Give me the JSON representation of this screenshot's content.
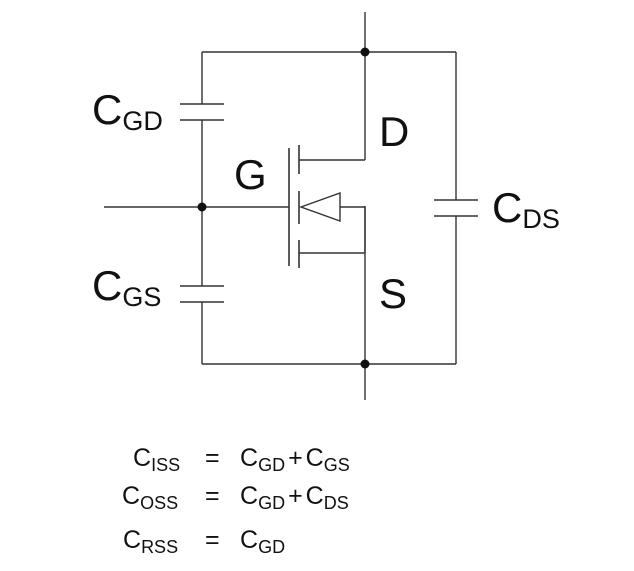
{
  "terminals": {
    "drain": "D",
    "gate": "G",
    "source": "S"
  },
  "capacitors": {
    "cgd": {
      "main": "C",
      "sub": "GD"
    },
    "cgs": {
      "main": "C",
      "sub": "GS"
    },
    "cds": {
      "main": "C",
      "sub": "DS"
    }
  },
  "equations": [
    {
      "lhs_main": "C",
      "lhs_sub": "ISS",
      "eq": "=",
      "t1_main": "C",
      "t1_sub": "GD",
      "plus": "+",
      "t2_main": "C",
      "t2_sub": "GS"
    },
    {
      "lhs_main": "C",
      "lhs_sub": "OSS",
      "eq": "=",
      "t1_main": "C",
      "t1_sub": "GD",
      "plus": "+",
      "t2_main": "C",
      "t2_sub": "DS"
    },
    {
      "lhs_main": "C",
      "lhs_sub": "RSS",
      "eq": "=",
      "t1_main": "C",
      "t1_sub": "GD"
    }
  ],
  "colors": {
    "line": "#333333",
    "text": "#111111",
    "background": "#ffffff"
  }
}
